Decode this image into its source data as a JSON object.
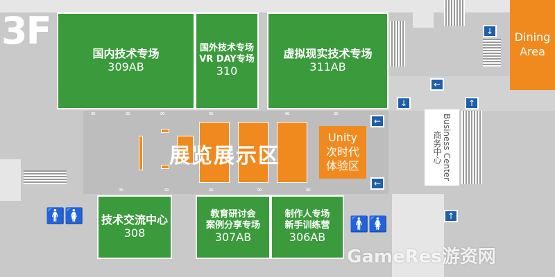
{
  "floor_label": "3F",
  "halls": [
    {
      "id": "309AB",
      "name": "国内技术专场",
      "number": "309AB"
    },
    {
      "id": "310",
      "name_line1": "国外技术专场",
      "name_line2": "VR DAY专场",
      "number": "310"
    },
    {
      "id": "311AB",
      "name": "虚拟现实技术专场",
      "number": "311AB"
    },
    {
      "id": "308",
      "name": "技术交流中心",
      "number": "308"
    },
    {
      "id": "307AB",
      "name_line1": "教育研讨会",
      "name_line2": "案例分享专场",
      "number": "307AB"
    },
    {
      "id": "306AB",
      "name_line1": "制作人专场",
      "name_line2": "新手训练营",
      "number": "306AB"
    }
  ],
  "exhibition_area": "展览展示区",
  "unity_zone": {
    "line1": "Unity",
    "line2": "次时代",
    "line3": "体验区"
  },
  "dining": {
    "line1": "Dining",
    "line2": "Area"
  },
  "business_center": {
    "cn": "商务中心",
    "en": "Business Center"
  },
  "watermark": {
    "latin": "GameRes",
    "cn": "游资网"
  },
  "icons": {
    "arrow_down": "arrow-down-icon",
    "arrow_left": "arrow-left-icon",
    "arrow_up": "arrow-up-icon",
    "restroom": "restroom-icon",
    "stairs": "stairs-icon"
  },
  "colors": {
    "hall_green": "#3a9a3c",
    "booth_orange": "#f08a1f",
    "arrow_blue": "#1f5fa8",
    "floor_gray": "#c9c9c9"
  }
}
